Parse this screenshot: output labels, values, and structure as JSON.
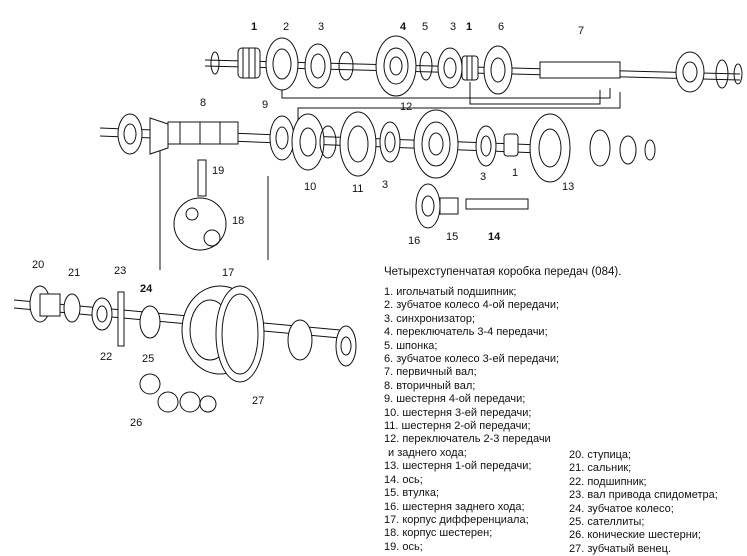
{
  "title": "Четырехступенчатая коробка передач (084).",
  "legend_left": [
    "1. игольчатый подшипник;",
    "2. зубчатое колесо 4-ой передачи;",
    "3. синхронизатор;",
    "4. переключатель 3-4 передачи;",
    "5. шпонка;",
    "6. зубчатое колесо 3-ей передачи;",
    "7. первичный вал;",
    "8. вторичный вал;",
    "9. шестерня 4-ой передачи;",
    "10. шестерня 3-ей передачи;",
    "11. шестерня 2-ой передачи;",
    "12. переключатель 2-3 передачи",
    "и заднего хода;",
    "13. шестерня 1-ой передачи;",
    "14. ось;",
    "15. втулка;",
    "16. шестерня заднего хода;",
    "17. корпус дифференциала;",
    "18. корпус шестерен;",
    "19. ось;"
  ],
  "legend_right": [
    "20. ступица;",
    "21. сальник;",
    "22. подшипник;",
    "23. вал привода спидометра;",
    "24. зубчатое колесо;",
    "25. сателлиты;",
    "26. конические шестерни;",
    "27. зубчатый венец."
  ],
  "callouts": [
    "1",
    "2",
    "3",
    "4",
    "5",
    "3",
    "6",
    "7",
    "8",
    "9",
    "12",
    "1",
    "10",
    "11",
    "3",
    "3",
    "1",
    "13",
    "19",
    "18",
    "16",
    "15",
    "14",
    "20",
    "21",
    "23",
    "24",
    "17",
    "22",
    "25",
    "26",
    "27"
  ]
}
